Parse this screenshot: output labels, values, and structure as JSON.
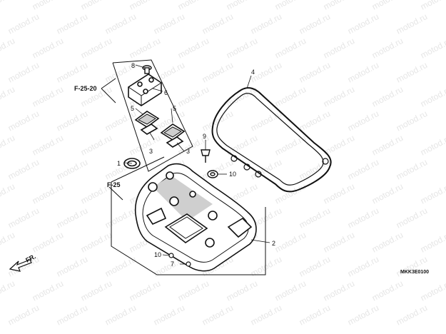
{
  "watermark": {
    "text": "motod.ru"
  },
  "references": {
    "frame_top": "F-25-20",
    "frame_body": "F-25"
  },
  "callouts": [
    "1",
    "2",
    "3",
    "3",
    "4",
    "5",
    "5",
    "6",
    "7",
    "8",
    "9",
    "10",
    "10"
  ],
  "direction_label": "FR.",
  "diagram_code": "MKK3E0100",
  "colors": {
    "line": "#111111",
    "watermark": "#e6e6e6",
    "shade": "#cfcfcf"
  }
}
